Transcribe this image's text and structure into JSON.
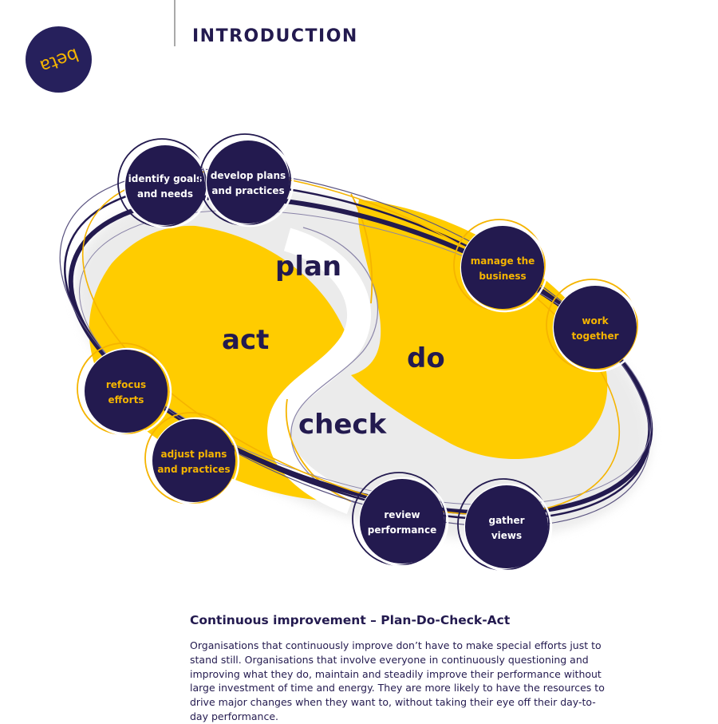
{
  "header": {
    "title": "INTRODUCTION",
    "badge": "beta"
  },
  "colors": {
    "navy": "#231a4f",
    "yellow": "#ffcc00",
    "gold": "#f5b400",
    "white": "#ffffff"
  },
  "diagram": {
    "stages": {
      "plan": "plan",
      "do": "do",
      "check": "check",
      "act": "act"
    },
    "nodes": [
      {
        "id": "identify-goals",
        "line1": "identify goals",
        "line2": "and needs",
        "text_color": "#ffffff",
        "ring_color": "#231a4f"
      },
      {
        "id": "develop-plans",
        "line1": "develop plans",
        "line2": "and practices",
        "text_color": "#ffffff",
        "ring_color": "#231a4f"
      },
      {
        "id": "manage-business",
        "line1": "manage the",
        "line2": "business",
        "text_color": "#f5b400",
        "ring_color": "#f5b400"
      },
      {
        "id": "work-together",
        "line1": "work",
        "line2": "together",
        "text_color": "#f5b400",
        "ring_color": "#f5b400"
      },
      {
        "id": "gather-views",
        "line1": "gather",
        "line2": "views",
        "text_color": "#ffffff",
        "ring_color": "#231a4f"
      },
      {
        "id": "review-performance",
        "line1": "review",
        "line2": "performance",
        "text_color": "#ffffff",
        "ring_color": "#231a4f"
      },
      {
        "id": "adjust-plans",
        "line1": "adjust plans",
        "line2": "and practices",
        "text_color": "#f5b400",
        "ring_color": "#f5b400"
      },
      {
        "id": "refocus-efforts",
        "line1": "refocus",
        "line2": "efforts",
        "text_color": "#f5b400",
        "ring_color": "#f5b400"
      }
    ]
  },
  "section": {
    "heading": "Continuous improvement – Plan-Do-Check-Act",
    "body": "Organisations that continuously improve don’t have to make special efforts just to stand still. Organisations that involve everyone in continuously questioning and improving what they do, maintain and steadily improve their performance without large investment of time and energy. They are more likely to have the resources to drive major changes when they want to, without taking their eye off their day-to-day performance."
  }
}
